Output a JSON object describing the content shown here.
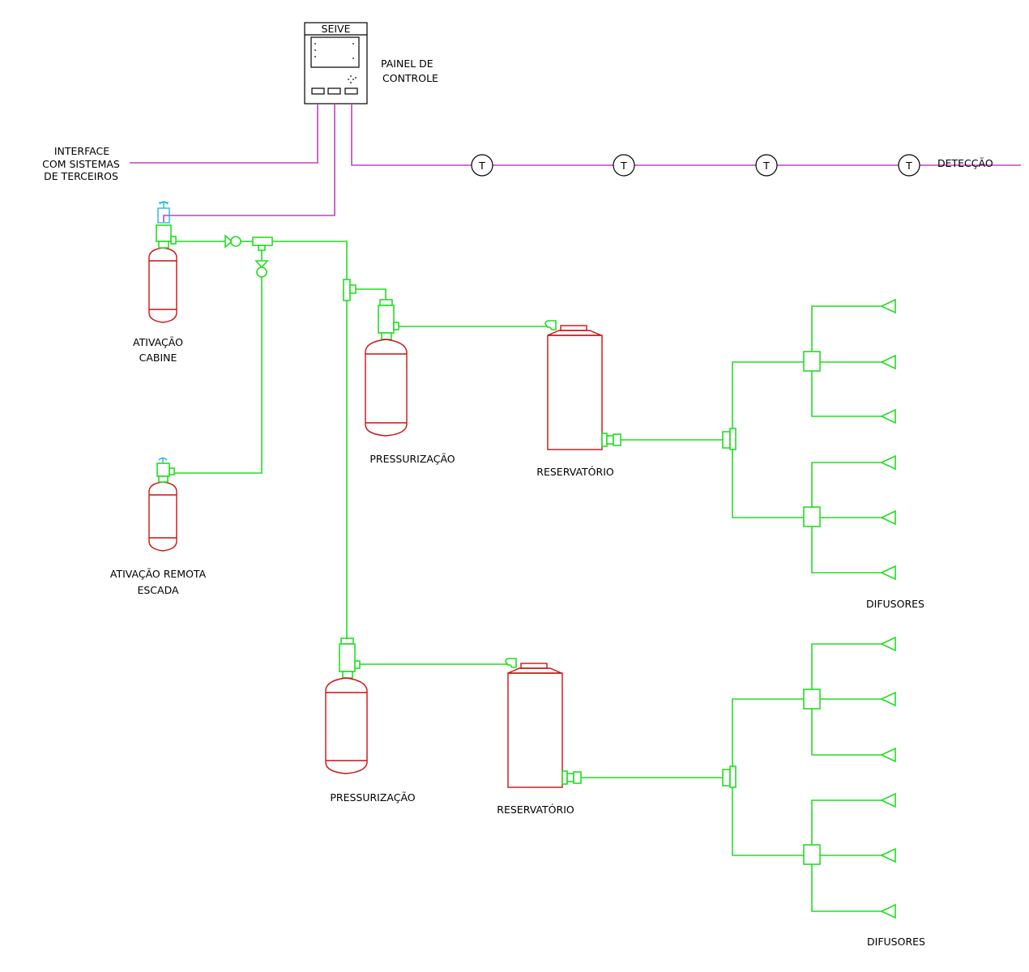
{
  "panel": {
    "brand": "SEIVE",
    "label_line1": "PAINEL DE",
    "label_line2": "CONTROLE"
  },
  "interface": {
    "line1": "INTERFACE",
    "line2": "COM SISTEMAS",
    "line3": "DE TERCEIROS"
  },
  "detection": {
    "label": "DETECÇÃO",
    "sensor_symbol": "T"
  },
  "activation_cabin": {
    "line1": "ATIVAÇÃO",
    "line2": "CABINE"
  },
  "activation_remote": {
    "line1": "ATIVAÇÃO REMOTA",
    "line2": "ESCADA"
  },
  "pressurization_label": "PRESSURIZAÇÃO",
  "reservoir_label": "RESERVATÓRIO",
  "diffusers_label": "DIFUSORES",
  "colors": {
    "pipe": "#22dd22",
    "signal": "#c040c0",
    "cylinder": "#cc1111",
    "valve": "#22b8d8",
    "text": "#000000"
  }
}
